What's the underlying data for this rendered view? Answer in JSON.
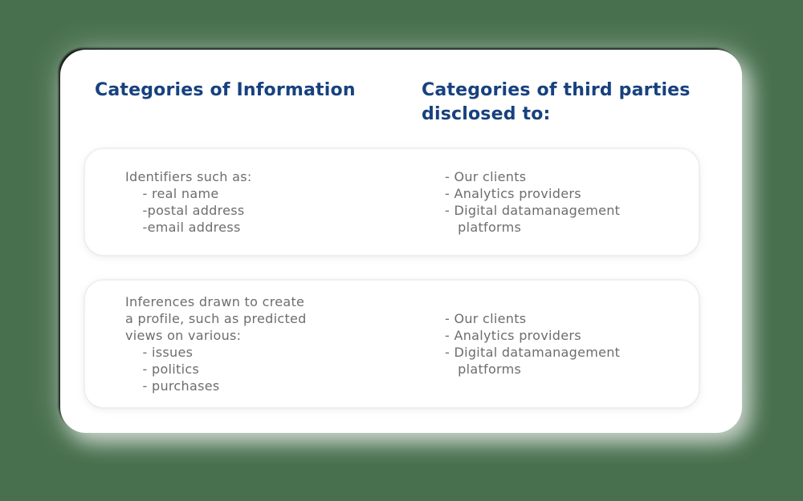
{
  "colors": {
    "background": "#48704e",
    "card": "#ffffff",
    "heading": "#17417f",
    "body": "#6d6d6d",
    "box_border": "#eeeeee"
  },
  "headers": {
    "left": "Categories of Information",
    "right": "Categories of third parties disclosed to:"
  },
  "rows": [
    {
      "left": {
        "lines": [
          "Identifiers such as:",
          "    - real name",
          "    -postal address",
          "    -email address"
        ]
      },
      "right": {
        "lines": [
          "- Our clients",
          "- Analytics providers",
          "- Digital datamanagement",
          "   platforms"
        ]
      }
    },
    {
      "left": {
        "lines": [
          "Inferences drawn to create",
          "a profile, such as predicted",
          "views on various:",
          "    - issues",
          "    - politics",
          "    - purchases"
        ]
      },
      "right": {
        "lines": [
          "- Our clients",
          "- Analytics providers",
          "- Digital datamanagement",
          "   platforms"
        ]
      }
    }
  ]
}
